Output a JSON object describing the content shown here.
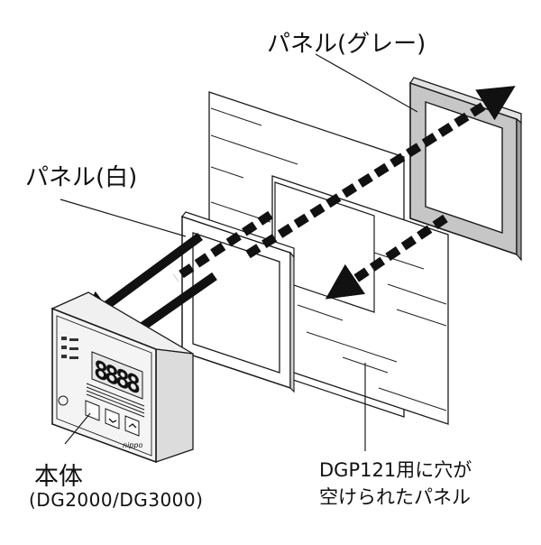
{
  "labels": {
    "panel_gray": "パネル(グレー)",
    "panel_white": "パネル(白)",
    "body": "本体",
    "body_models": "(DG2000/DG3000)",
    "dgp_line1": "DGP121用に穴が",
    "dgp_line2": "空けられたパネル"
  },
  "device": {
    "display": "8888",
    "brand": "nippo"
  },
  "colors": {
    "line": "#1a1a1a",
    "gray_panel": "#c6c6c6",
    "device_face": "#f4f4f4",
    "device_side": "#dcdcdc"
  }
}
